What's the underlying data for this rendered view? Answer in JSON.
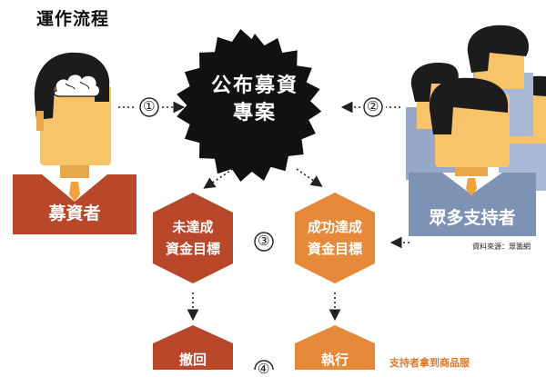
{
  "title": "運作流程",
  "center": {
    "line1": "公布募資",
    "line2": "專案"
  },
  "steps": {
    "s1": "①",
    "s2": "②",
    "s3": "③",
    "s4": "④"
  },
  "fundraiser": {
    "label": "募資者"
  },
  "supporters": {
    "label": "眾多支持者"
  },
  "source": "資料來源：眾籌網",
  "outcome_fail": {
    "line1": "未達成",
    "line2": "資金目標"
  },
  "outcome_success": {
    "line1": "成功達成",
    "line2": "資金目標"
  },
  "result_fail": "撤回",
  "result_success": "執行",
  "success_note": "支持者拿到商品服",
  "colors": {
    "red": "#b9472a",
    "orange": "#e58a3b",
    "skin": "#f7c46a",
    "hair": "#1c1c1c",
    "blue": "#7e92b6"
  }
}
